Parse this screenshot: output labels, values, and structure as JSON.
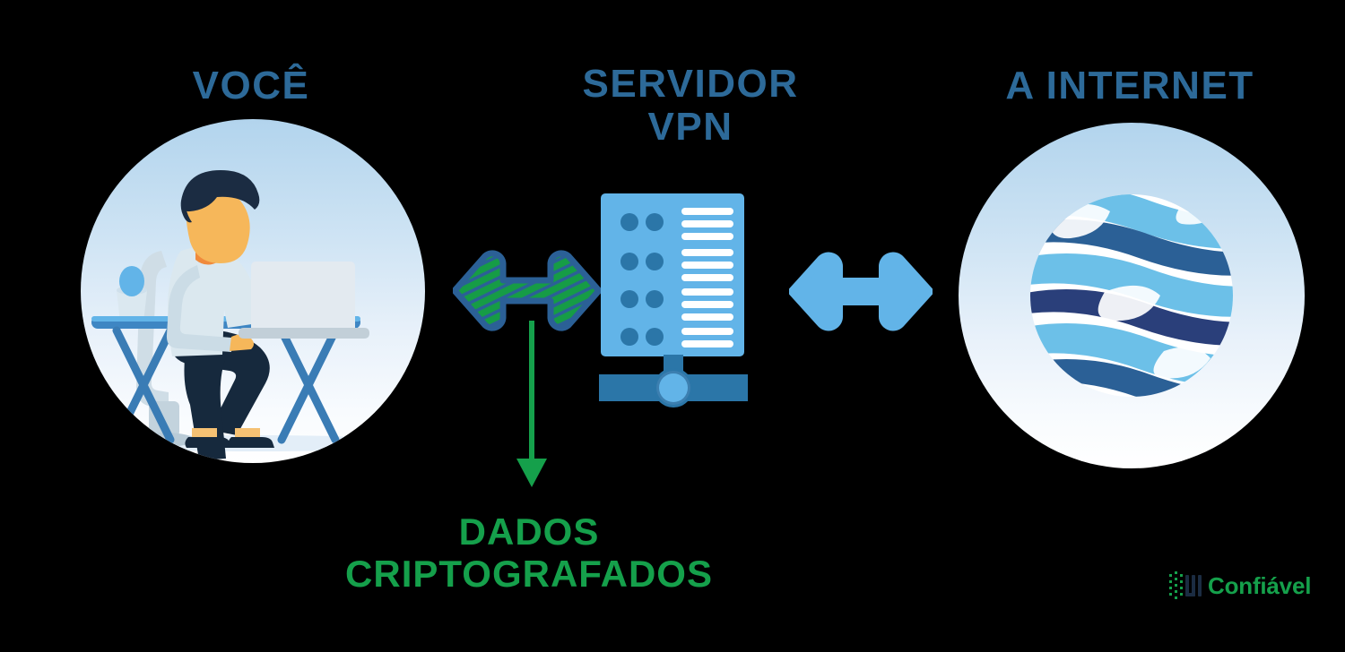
{
  "diagram": {
    "nodes": [
      {
        "id": "you",
        "title": "VOCÊ",
        "icon": "person-at-desk-illustration"
      },
      {
        "id": "vpn",
        "title": "SERVIDOR\nVPN",
        "icon": "server-rack-icon"
      },
      {
        "id": "internet",
        "title": "A INTERNET",
        "icon": "globe-icon"
      }
    ],
    "connectors": [
      {
        "id": "you-to-vpn",
        "icon": "double-arrow-striped-icon",
        "style": "encrypted"
      },
      {
        "id": "vpn-to-internet",
        "icon": "double-arrow-icon",
        "style": "plain"
      },
      {
        "id": "encrypted-callout",
        "icon": "arrow-down-icon"
      }
    ],
    "annotations": {
      "encrypted_label": "DADOS\nCRIPTOGRAFADOS"
    }
  },
  "branding": {
    "logo_mark": "dotted-blocks-logo-icon",
    "logo_text": "Confiável"
  },
  "colors": {
    "title_blue": "#2d6a99",
    "accent_green": "#15a04b",
    "arrow_blue": "#62b4e8",
    "server_blue": "#62b4e8",
    "server_dark": "#2b76a8",
    "backdrop_top": "#b5d6ee",
    "backdrop_bottom": "#ffffff",
    "background": "#000000"
  }
}
